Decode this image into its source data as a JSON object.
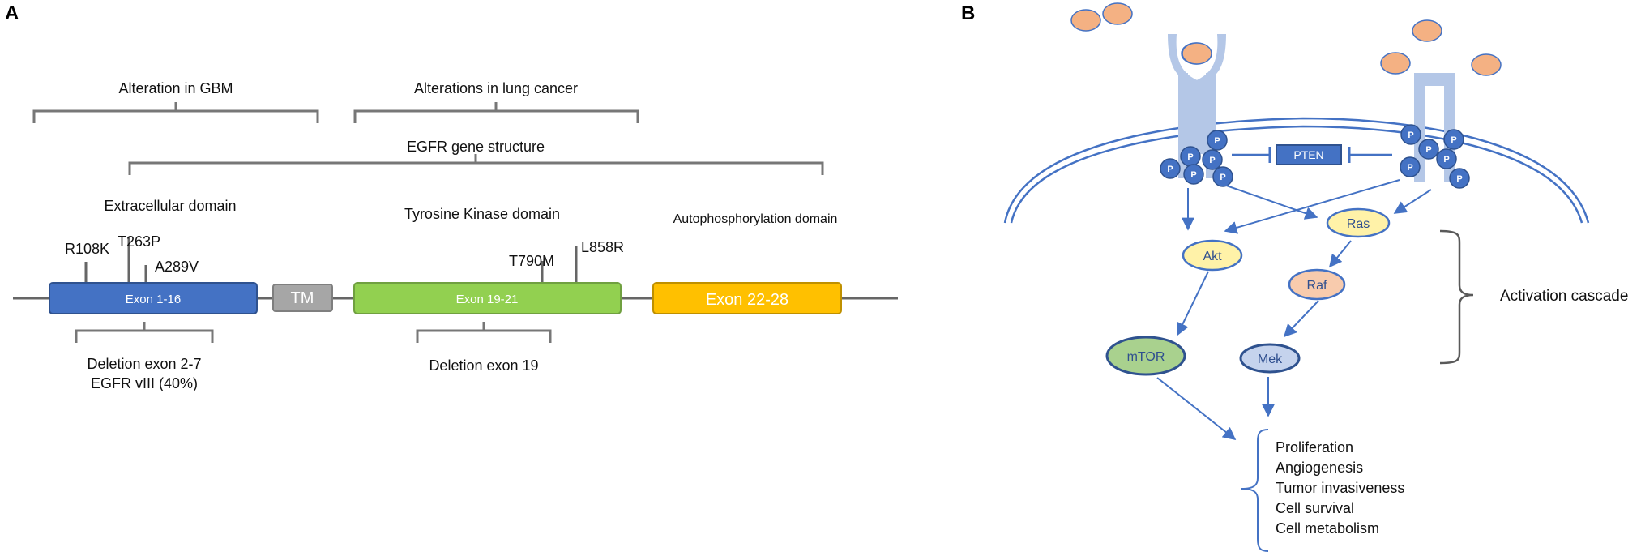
{
  "panel_a": {
    "panel_label": "A",
    "alteration_gbm": "Alteration in GBM",
    "alterations_lung": "Alterations in lung cancer",
    "gene_structure": "EGFR gene structure",
    "extracellular_domain": "Extracellular domain",
    "tk_domain": "Tyrosine Kinase domain",
    "autophos_domain": "Autophosphorylation domain",
    "mutations": {
      "r108k": "R108K",
      "t263p": "T263P",
      "a289v": "A289V",
      "t790m": "T790M",
      "l858r": "L858R"
    },
    "exons": {
      "exon_1_16": "Exon 1-16",
      "tm": "TM",
      "exon_19_21": "Exon 19-21",
      "exon_22_28": "Exon 22-28"
    },
    "deletion_2_7_line1": "Deletion exon 2-7",
    "deletion_2_7_line2": "EGFR vIII (40%)",
    "deletion_19": "Deletion exon 19"
  },
  "panel_b": {
    "panel_label": "B",
    "pten": "PTEN",
    "p": "P",
    "nodes": {
      "akt": "Akt",
      "ras": "Ras",
      "raf": "Raf",
      "mtor": "mTOR",
      "mek": "Mek"
    },
    "activation_cascade": "Activation cascade",
    "outcomes": [
      "Proliferation",
      "Angiogenesis",
      "Tumor invasiveness",
      "Cell survival",
      "Cell metabolism"
    ]
  },
  "colors": {
    "exon_blue": "#4472c4",
    "tm_gray": "#a6a6a6",
    "exon_green": "#92d050",
    "exon_orange": "#ffc000",
    "receptor": "#b4c7e7",
    "ligand": "#f4b183",
    "phospho": "#4472c4",
    "akt_ras": "#fff2a8",
    "raf": "#f8cbad",
    "mtor": "#a9d18e",
    "mek": "#c5d3ed"
  }
}
